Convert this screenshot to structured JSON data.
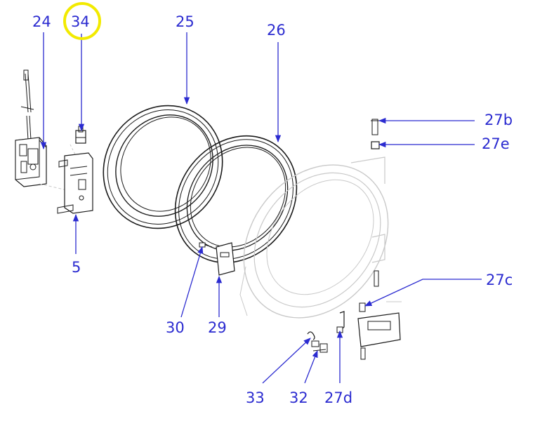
{
  "diagram": {
    "accent_label_color": "#2b2bd0",
    "highlight_color": "#f2ea00",
    "highlighted_callout": "34",
    "callouts": [
      {
        "id": "24",
        "text": "24"
      },
      {
        "id": "34",
        "text": "34"
      },
      {
        "id": "25",
        "text": "25"
      },
      {
        "id": "26",
        "text": "26"
      },
      {
        "id": "27b",
        "text": "27b"
      },
      {
        "id": "27e",
        "text": "27e"
      },
      {
        "id": "27c",
        "text": "27c"
      },
      {
        "id": "5",
        "text": "5"
      },
      {
        "id": "30",
        "text": "30"
      },
      {
        "id": "29",
        "text": "29"
      },
      {
        "id": "33",
        "text": "33"
      },
      {
        "id": "32",
        "text": "32"
      },
      {
        "id": "27d",
        "text": "27d"
      }
    ]
  }
}
